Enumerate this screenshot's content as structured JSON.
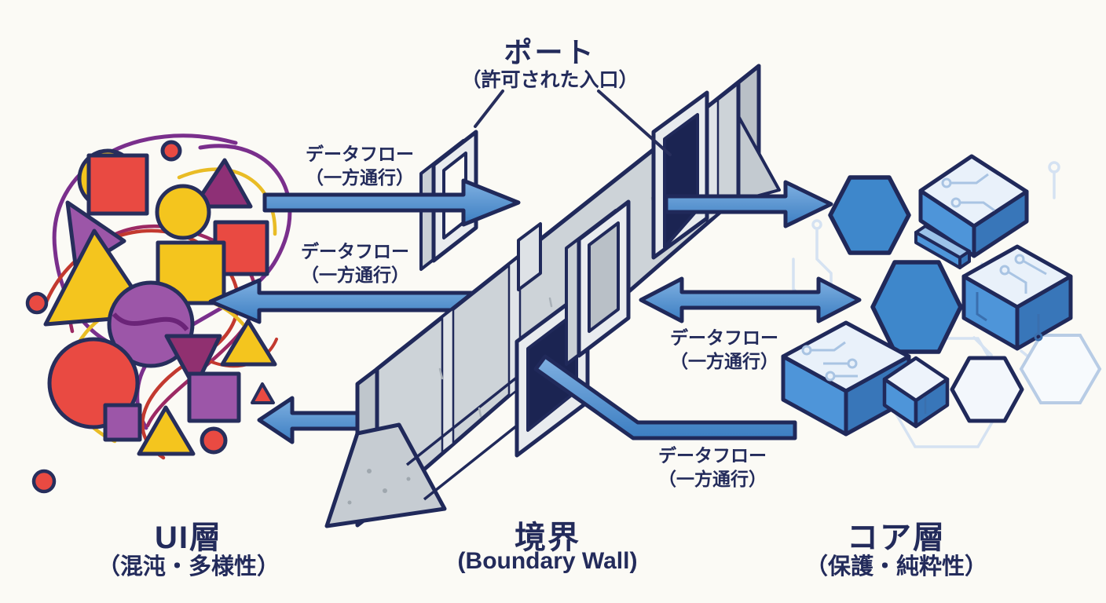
{
  "port_label": {
    "title": "ポート",
    "subtitle": "（許可された入口）"
  },
  "flow_labels": {
    "top": {
      "line1": "データフロー",
      "line2": "（一方通行）"
    },
    "middle_left": {
      "line1": "データフロー",
      "line2": "（一方通行）"
    },
    "middle_right": {
      "line1": "データフロー",
      "line2": "（一方通行）"
    },
    "bottom": {
      "line1": "データフロー",
      "line2": "（一方通行）"
    }
  },
  "layer_labels": {
    "ui": {
      "title": "UI層",
      "subtitle": "（混沌・多様性）"
    },
    "boundary": {
      "title": "境界",
      "subtitle": "(Boundary Wall)"
    },
    "core": {
      "title": "コア層",
      "subtitle": "（保護・純粋性）"
    }
  },
  "colors": {
    "background": "#FBFAF5",
    "outline_navy": "#20295A",
    "text_navy": "#232B5B",
    "arrow_blue": "#4E91D4",
    "wall_face_gray": "#CDD3D8",
    "wall_cap_gray": "#EAEDF0",
    "door_dark": "#1B2452",
    "chaos_yellow": "#F4C51E",
    "chaos_red": "#E94A42",
    "chaos_purple": "#9C56A8",
    "chaos_magenta": "#8E3076",
    "core_hexagon_blue": "#3E87CB",
    "cube_top_light": "#E9F1FA",
    "cube_side_blue": "#4E95D9",
    "cube_side_dark": "#3876B9",
    "circuit_trace": "#A9C4E3",
    "faint_trace": "#D5E2F2"
  }
}
